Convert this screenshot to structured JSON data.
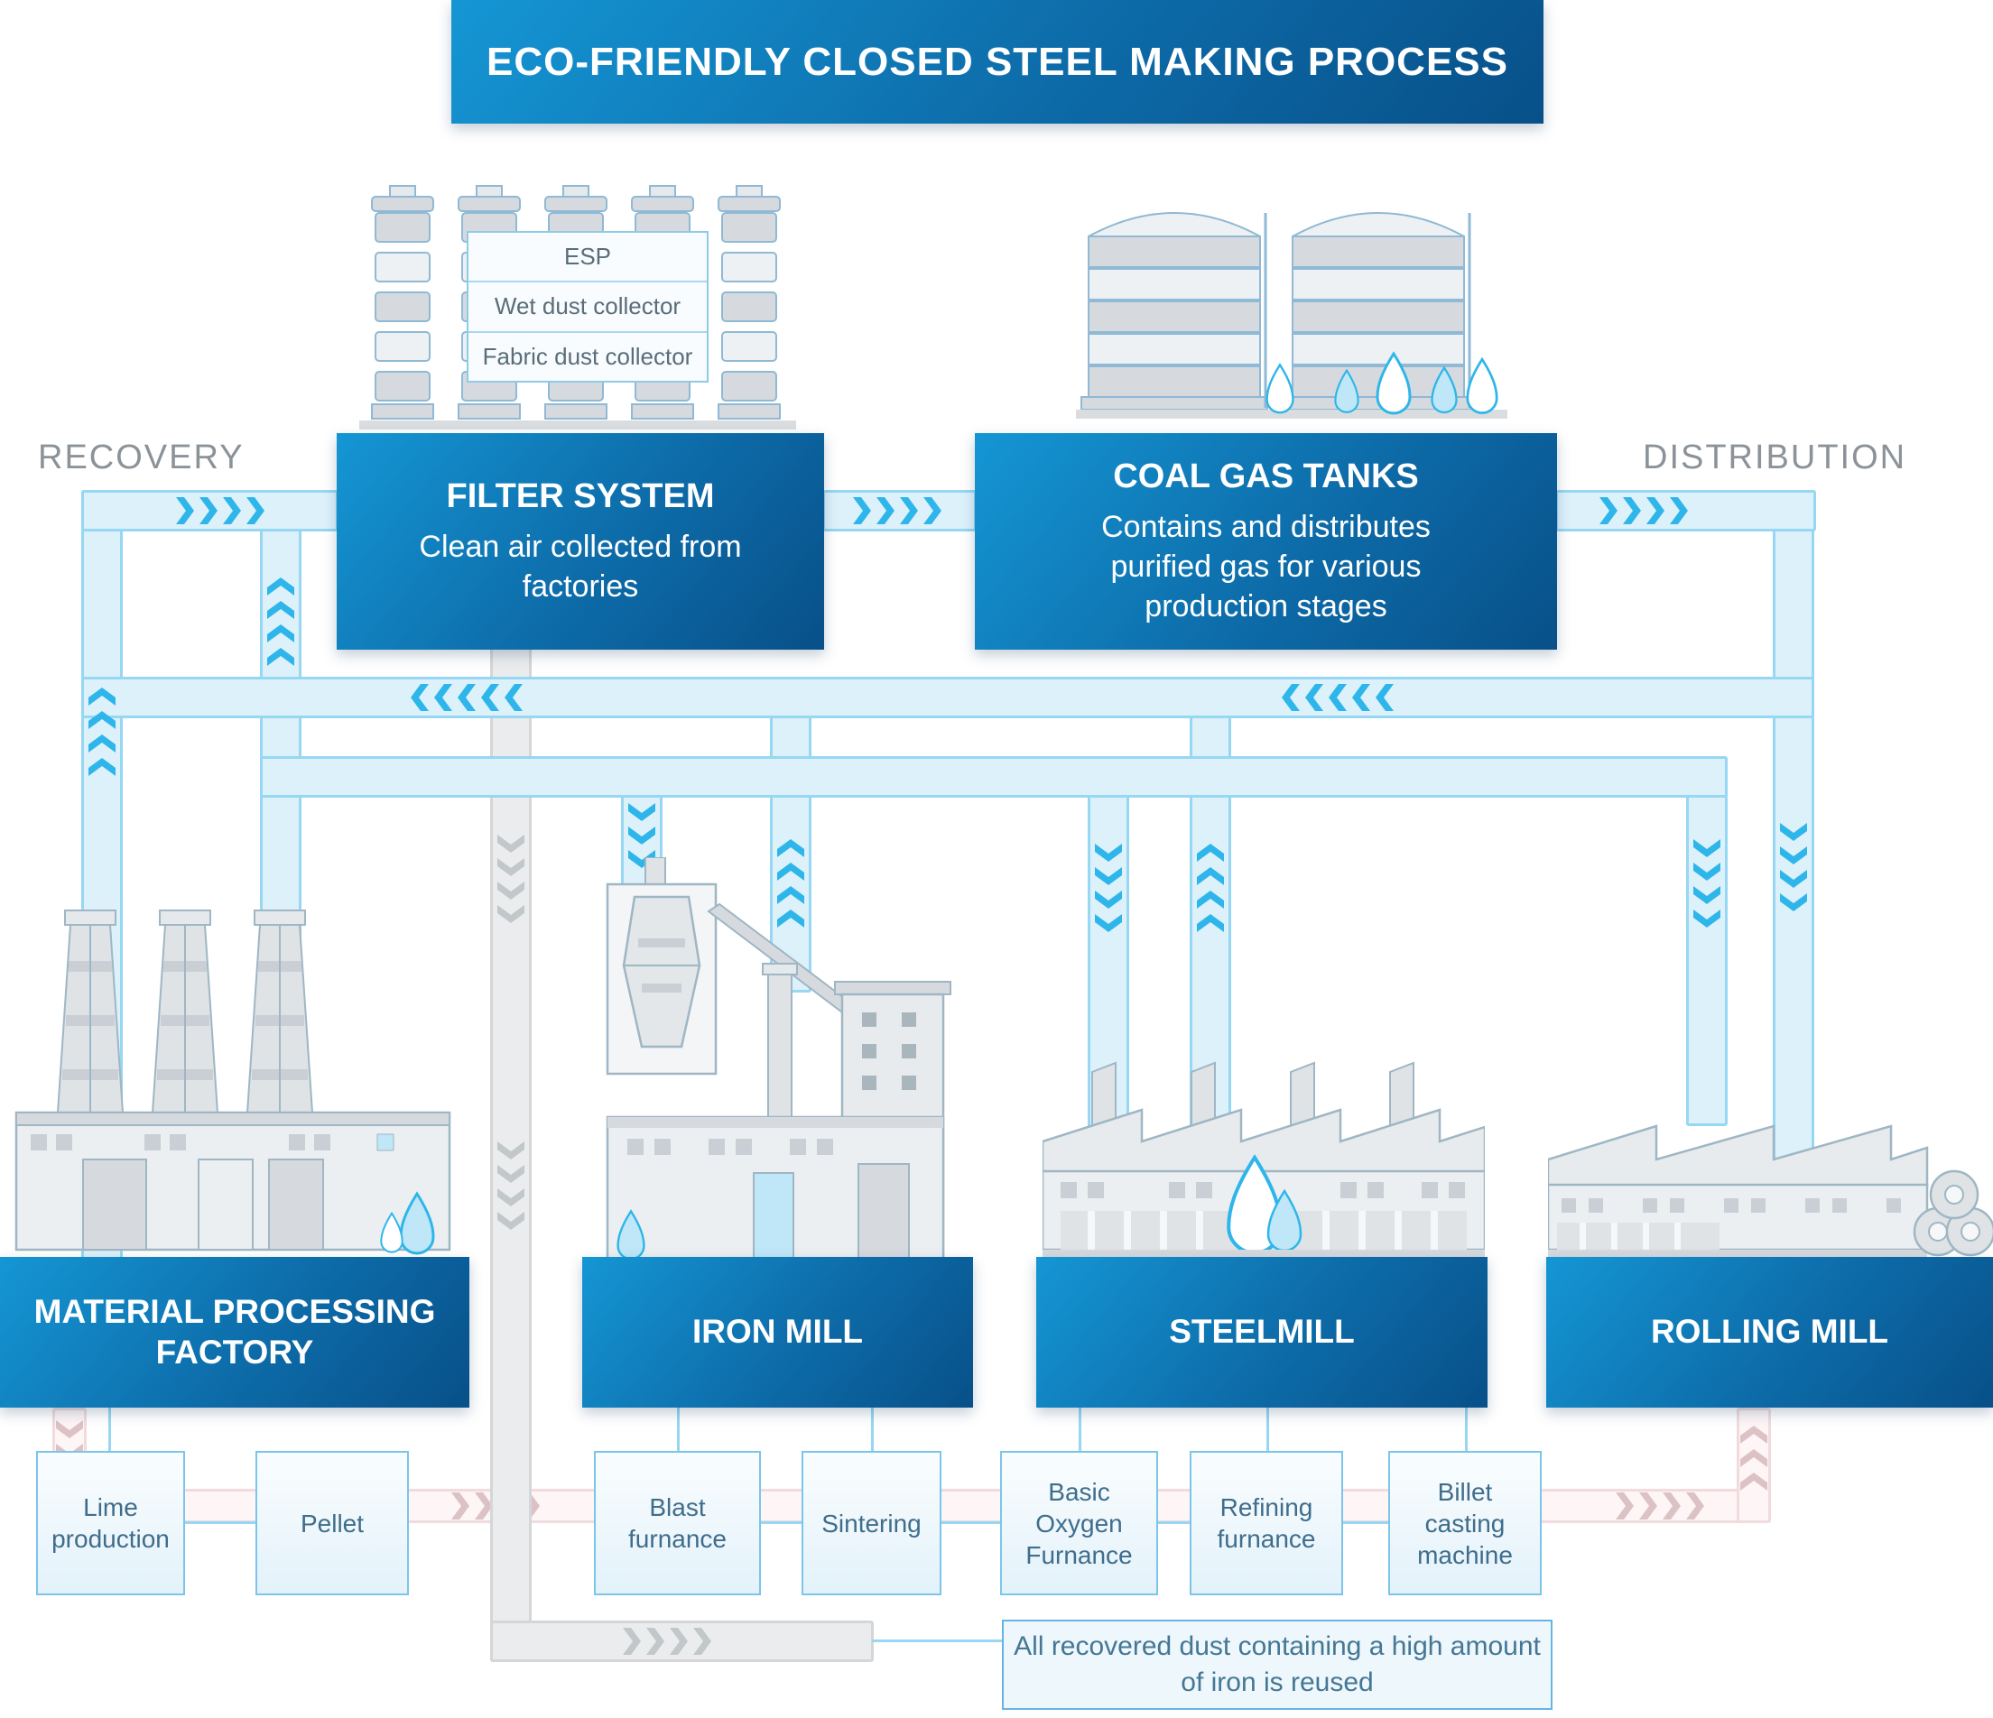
{
  "title": "ECO-FRIENDLY CLOSED STEEL MAKING PROCESS",
  "side_labels": {
    "left": "RECOVERY",
    "right": "DISTRIBUTION"
  },
  "filter_system": {
    "title": "FILTER SYSTEM",
    "description": "Clean air collected from factories",
    "components": [
      "ESP",
      "Wet dust collector",
      "Fabric dust collector"
    ]
  },
  "coal_gas_tanks": {
    "title": "COAL GAS TANKS",
    "description": "Contains and distributes purified gas for various production stages"
  },
  "factories": [
    {
      "name": "MATERIAL PROCESSING FACTORY"
    },
    {
      "name": "IRON MILL"
    },
    {
      "name": "STEELMILL"
    },
    {
      "name": "ROLLING MILL"
    }
  ],
  "process_units": [
    {
      "label": "Lime production"
    },
    {
      "label": "Pellet"
    },
    {
      "label": "Blast furnance"
    },
    {
      "label": "Sintering"
    },
    {
      "label": "Basic Oxygen Furnance"
    },
    {
      "label": "Refining furnance"
    },
    {
      "label": "Billet casting machine"
    }
  ],
  "note": "All recovered dust containing a high amount of iron is reused",
  "colors": {
    "banner_blue": "#0d6ca9",
    "pipe_blue_fill": "#ddf1fb",
    "pipe_blue_border": "#96d7f3",
    "chevron_blue": "#2eb6ea",
    "pipe_gray": "#ebeced",
    "chevron_gray": "#c2c7ca",
    "pipe_pink": "#fdf5f6",
    "chevron_pink": "#dcc2c5",
    "label_gray": "#8b9298"
  }
}
